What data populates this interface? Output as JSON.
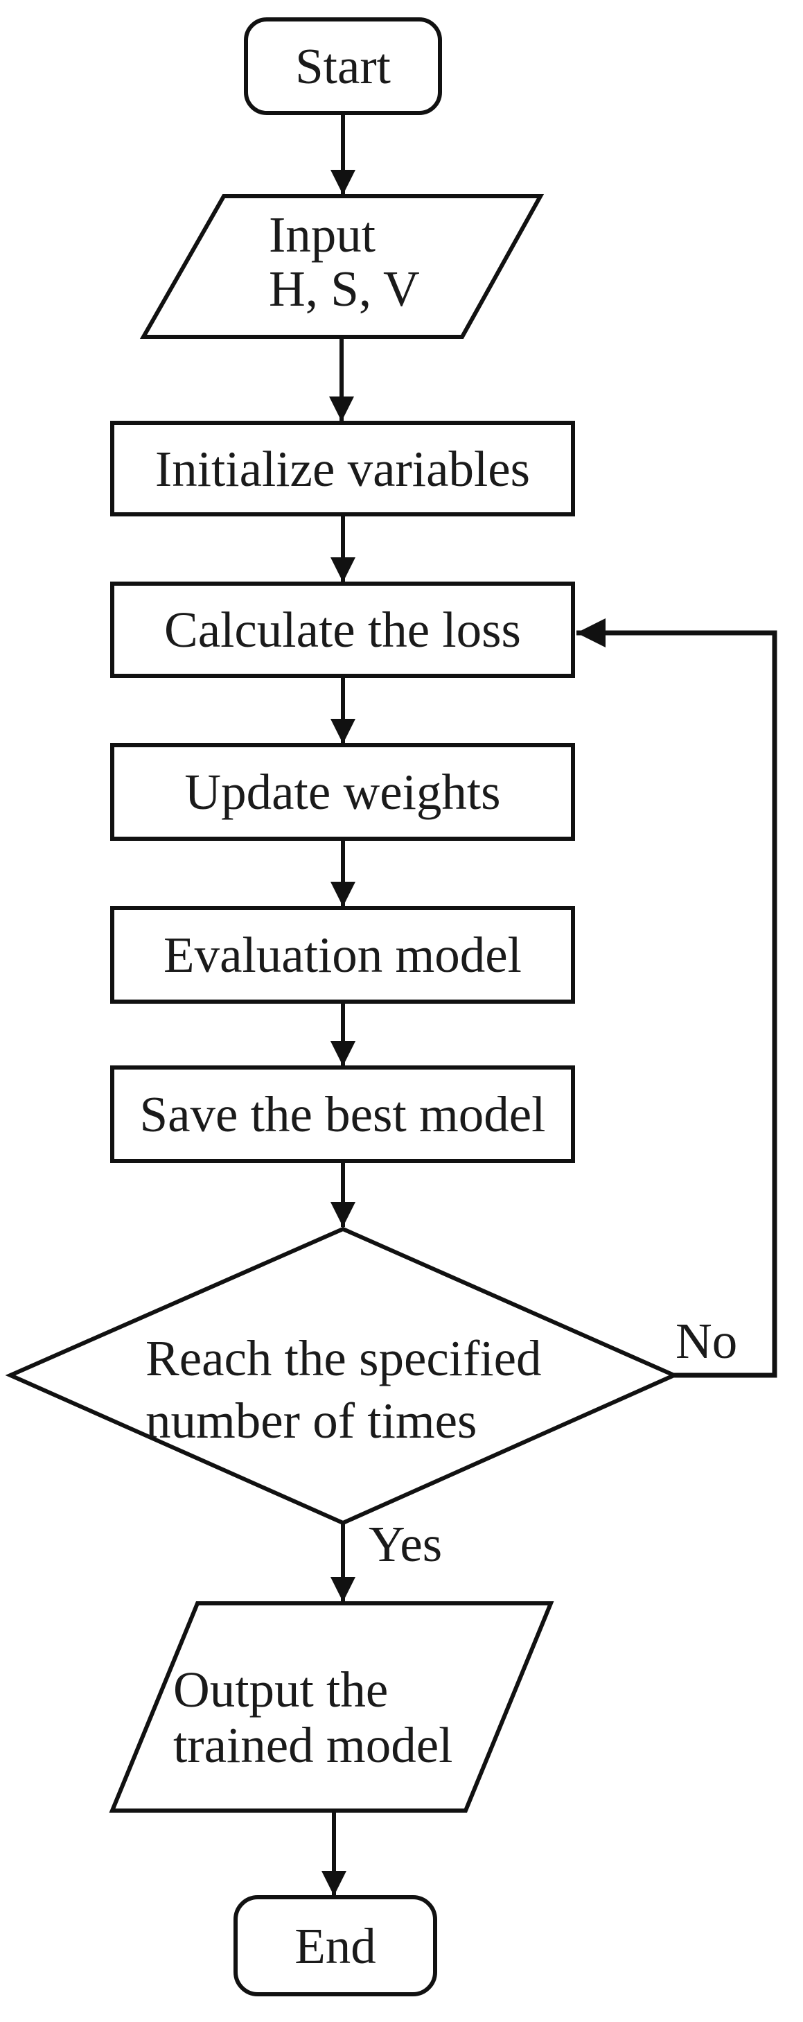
{
  "diagram": {
    "background": "#ffffff",
    "line_color": "#111111",
    "text_color": "#1a1a1a",
    "nodes": {
      "start": {
        "type": "terminator",
        "label": "Start"
      },
      "input_hsv": {
        "type": "input-output",
        "line1": "Input",
        "line2": "H, S, V"
      },
      "initialize": {
        "type": "process",
        "label": "Initialize variables"
      },
      "calculate_loss": {
        "type": "process",
        "label": "Calculate the loss"
      },
      "update_weights": {
        "type": "process",
        "label": "Update weights"
      },
      "evaluation_model": {
        "type": "process",
        "label": "Evaluation model"
      },
      "save_best_model": {
        "type": "process",
        "label": "Save the best model"
      },
      "reach_specified": {
        "type": "decision",
        "line1": "Reach the specified",
        "line2": "number of times"
      },
      "output_model": {
        "type": "input-output",
        "line1": "Output the",
        "line2": "trained model"
      },
      "end": {
        "type": "terminator",
        "label": "End"
      }
    },
    "edge_labels": {
      "no": "No",
      "yes": "Yes"
    }
  }
}
